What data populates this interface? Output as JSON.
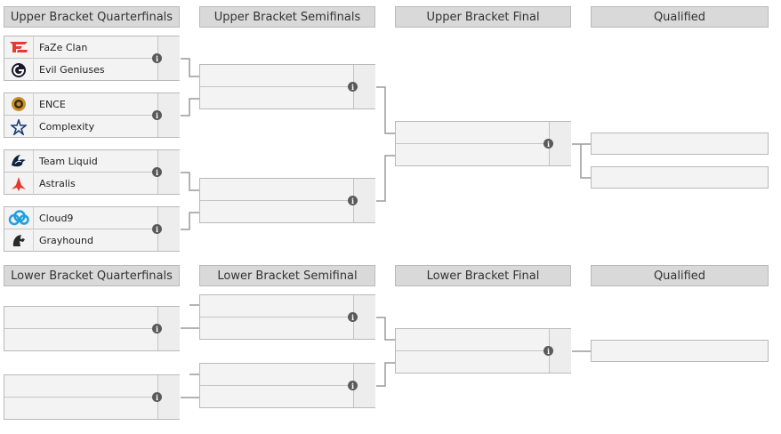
{
  "upper_headers": [
    "Upper Bracket Quarterfinals",
    "Upper Bracket Semifinals",
    "Upper Bracket Final",
    "Qualified"
  ],
  "lower_headers": [
    "Lower Bracket Quarterfinals",
    "Lower Bracket Semifinal",
    "Lower Bracket Final",
    "Qualified"
  ],
  "upper_quarterfinals": [
    {
      "team1": "FaZe Clan",
      "team1_icon": "faze-logo-icon",
      "team2": "Evil Geniuses",
      "team2_icon": "evil-geniuses-logo-icon"
    },
    {
      "team1": "ENCE",
      "team1_icon": "ence-logo-icon",
      "team2": "Complexity",
      "team2_icon": "complexity-logo-icon"
    },
    {
      "team1": "Team Liquid",
      "team1_icon": "team-liquid-logo-icon",
      "team2": "Astralis",
      "team2_icon": "astralis-logo-icon"
    },
    {
      "team1": "Cloud9",
      "team1_icon": "cloud9-logo-icon",
      "team2": "Grayhound",
      "team2_icon": "grayhound-logo-icon"
    }
  ],
  "info_glyph": "i",
  "colors": {
    "header_bg": "#d9d9d9",
    "slot_bg": "#f3f3f3",
    "border": "#b9b9b9",
    "line": "#9a9a9a",
    "faze": "#e43d30",
    "complexity": "#1c3d7a",
    "astralis": "#e5372d",
    "cloud9": "#1ea0e0",
    "ence": "#c8902c",
    "liquid": "#0c2340"
  }
}
